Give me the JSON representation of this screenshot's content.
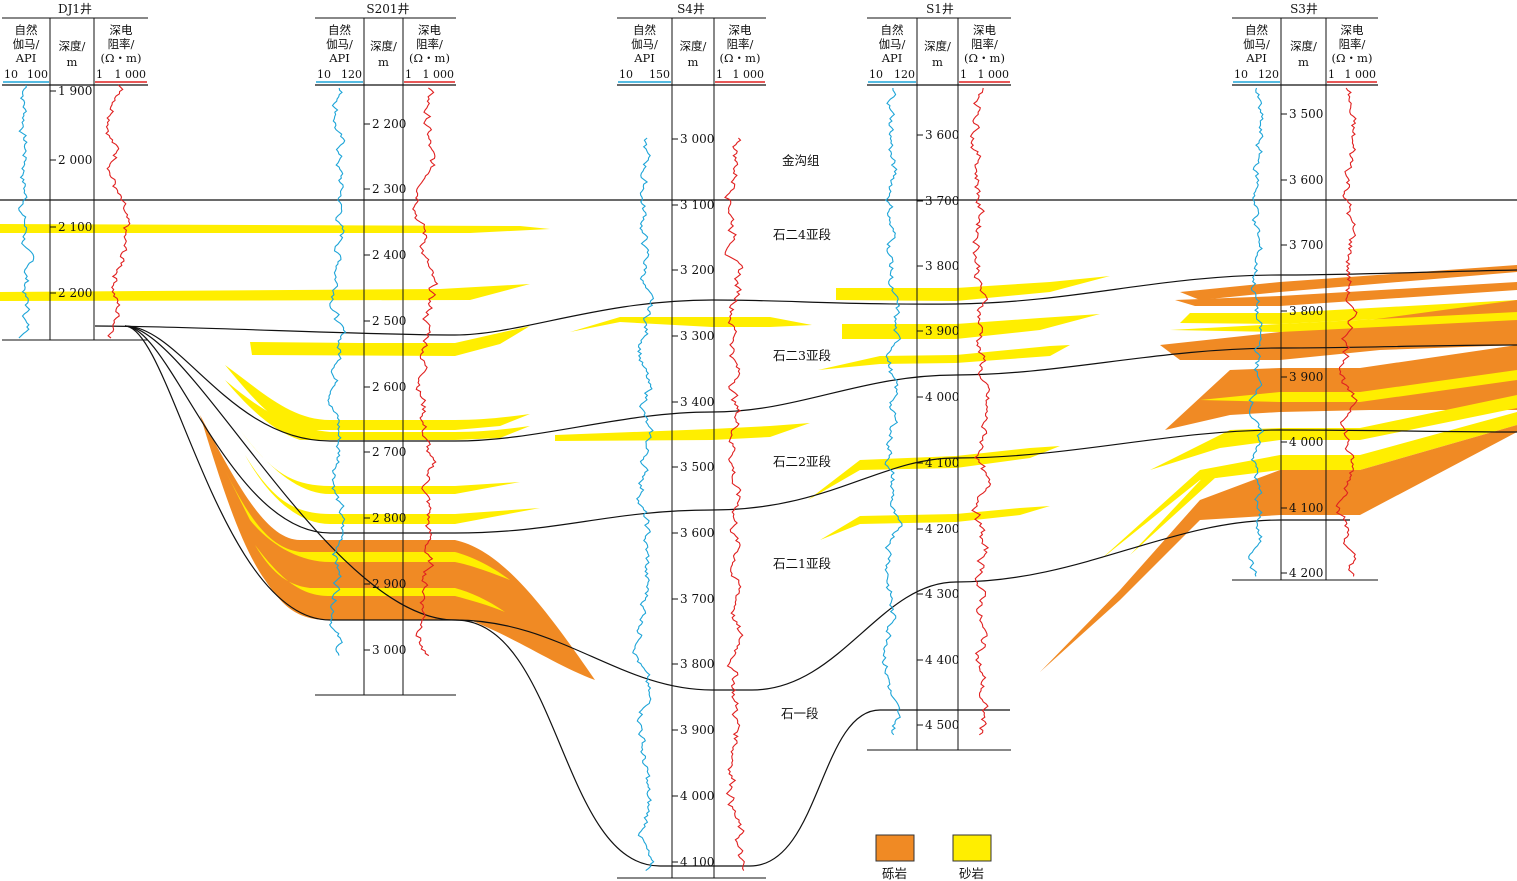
{
  "colors": {
    "gamma": "#1ea5d8",
    "resistivity": "#e02020",
    "gravel": "#f08a24",
    "sandstone": "#ffee00",
    "line": "#111111"
  },
  "wells": [
    {
      "name": "DJ1井",
      "gamma_header": [
        "自然",
        "伽马/",
        "API"
      ],
      "gamma_scale": [
        "10",
        "100"
      ],
      "depth_header": [
        "深度/",
        "m"
      ],
      "res_header": [
        "深电",
        "阻率/",
        "(Ω・m)"
      ],
      "res_scale": [
        "1",
        "1 000"
      ],
      "depth_ticks": [
        "1 900",
        "2 000",
        "2 100",
        "2 200"
      ]
    },
    {
      "name": "S201井",
      "gamma_header": [
        "自然",
        "伽马/",
        "API"
      ],
      "gamma_scale": [
        "10",
        "120"
      ],
      "depth_header": [
        "深度/",
        "m"
      ],
      "res_header": [
        "深电",
        "阻率/",
        "(Ω・m)"
      ],
      "res_scale": [
        "1",
        "1 000"
      ],
      "depth_ticks": [
        "2 200",
        "2 300",
        "2 400",
        "2 500",
        "2 600",
        "2 700",
        "2 800",
        "2 900",
        "3 000"
      ]
    },
    {
      "name": "S4井",
      "gamma_header": [
        "自然",
        "伽马/",
        "API"
      ],
      "gamma_scale": [
        "10",
        "150"
      ],
      "depth_header": [
        "深度/",
        "m"
      ],
      "res_header": [
        "深电",
        "阻率/",
        "(Ω・m)"
      ],
      "res_scale": [
        "1",
        "1 000"
      ],
      "depth_ticks": [
        "3 000",
        "3 100",
        "3 200",
        "3 300",
        "3 400",
        "3 500",
        "3 600",
        "3 700",
        "3 800",
        "3 900",
        "4 000",
        "4 100"
      ]
    },
    {
      "name": "S1井",
      "gamma_header": [
        "自然",
        "伽马/",
        "API"
      ],
      "gamma_scale": [
        "10",
        "120"
      ],
      "depth_header": [
        "深度/",
        "m"
      ],
      "res_header": [
        "深电",
        "阻率/",
        "(Ω・m)"
      ],
      "res_scale": [
        "1",
        "1 000"
      ],
      "depth_ticks": [
        "3 600",
        "3 700",
        "3 800",
        "3 900",
        "4 000",
        "4 100",
        "4 200",
        "4 300",
        "4 400",
        "4 500"
      ]
    },
    {
      "name": "S3井",
      "gamma_header": [
        "自然",
        "伽马/",
        "API"
      ],
      "gamma_scale": [
        "10",
        "120"
      ],
      "depth_header": [
        "深度/",
        "m"
      ],
      "res_header": [
        "深电",
        "阻率/",
        "(Ω・m)"
      ],
      "res_scale": [
        "1",
        "1 000"
      ],
      "depth_ticks": [
        "3 500",
        "3 600",
        "3 700",
        "3 800",
        "3 900",
        "4 000",
        "4 100",
        "4 200"
      ]
    }
  ],
  "zones": [
    "金沟组",
    "石二4亚段",
    "石二3亚段",
    "石二2亚段",
    "石二1亚段",
    "石一段"
  ],
  "legend": [
    {
      "label": "砾岩",
      "color_key": "gravel"
    },
    {
      "label": "砂岩",
      "color_key": "sandstone"
    }
  ]
}
